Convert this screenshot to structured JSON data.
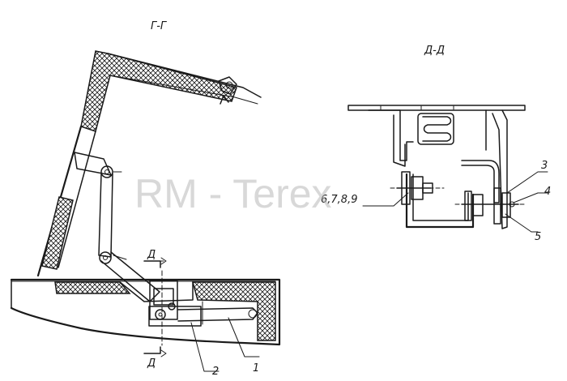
{
  "sections": {
    "section_g": "Г-Г",
    "section_d": "Д-Д",
    "cut_mark_top": "Д",
    "cut_mark_bottom": "Д"
  },
  "callouts": {
    "part_1": "1",
    "part_2": "2",
    "part_3": "3",
    "part_4": "4",
    "part_5": "5",
    "parts_6_9": "6,7,8,9"
  },
  "watermark": "RM - Terex",
  "colors": {
    "ink": "#1a1a1a",
    "watermark": "#b8b8b8",
    "background": "#ffffff"
  }
}
